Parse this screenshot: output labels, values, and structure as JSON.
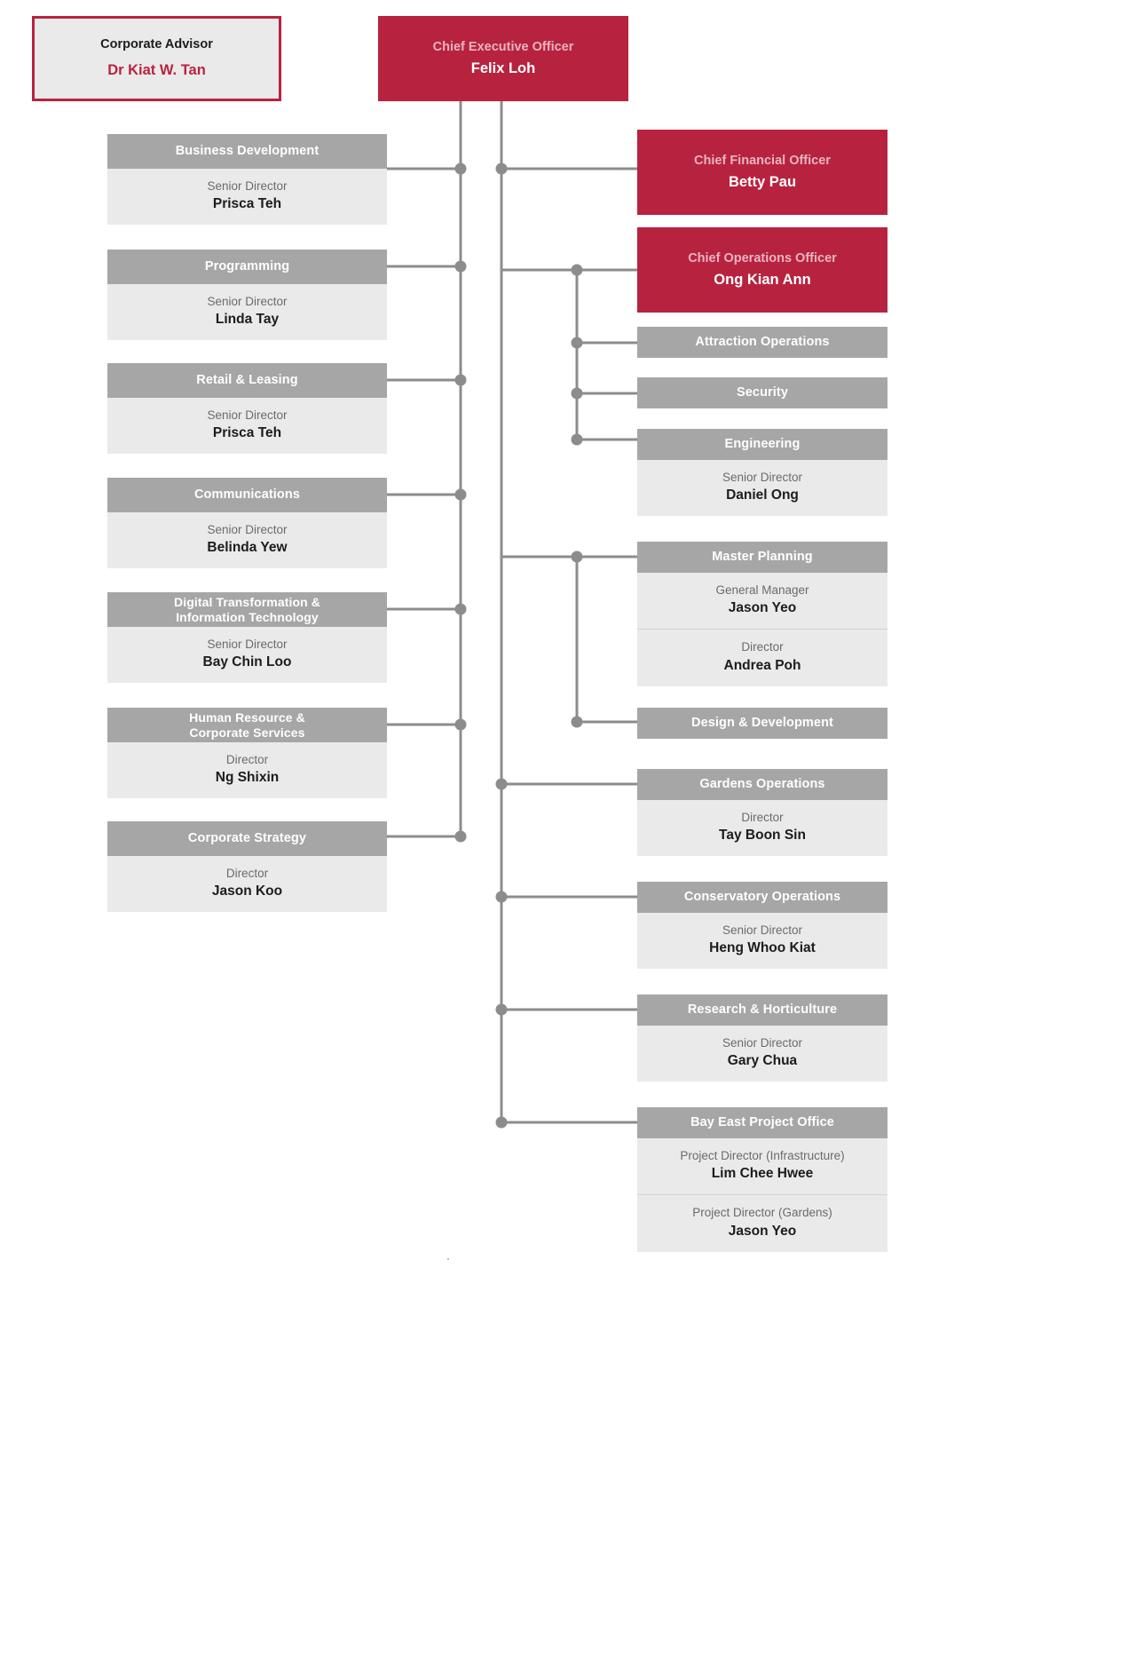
{
  "colors": {
    "brand_red": "#b7233f",
    "header_grey": "#a6a6a6",
    "body_grey": "#eaeaea",
    "line_grey": "#8c8c8c",
    "role_text": "#6b6b6b",
    "name_text": "#1c1c1c",
    "exec_role_text": "#eab4c0"
  },
  "advisor": {
    "role": "Corporate Advisor",
    "name": "Dr Kiat W. Tan"
  },
  "ceo": {
    "role": "Chief Executive Officer",
    "name": "Felix Loh"
  },
  "cfo": {
    "role": "Chief Financial Officer",
    "name": "Betty Pau"
  },
  "coo": {
    "role": "Chief Operations Officer",
    "name": "Ong Kian Ann"
  },
  "left_units": [
    {
      "title": "Business Development",
      "rows": [
        {
          "role": "Senior Director",
          "name": "Prisca Teh"
        }
      ]
    },
    {
      "title": "Programming",
      "rows": [
        {
          "role": "Senior Director",
          "name": "Linda Tay"
        }
      ]
    },
    {
      "title": "Retail & Leasing",
      "rows": [
        {
          "role": "Senior Director",
          "name": "Prisca Teh"
        }
      ]
    },
    {
      "title": "Communications",
      "rows": [
        {
          "role": "Senior Director",
          "name": "Belinda Yew"
        }
      ]
    },
    {
      "title": "Digital Transformation &\nInformation Technology",
      "rows": [
        {
          "role": "Senior Director",
          "name": "Bay Chin Loo"
        }
      ]
    },
    {
      "title": "Human Resource &\nCorporate Services",
      "rows": [
        {
          "role": "Director",
          "name": "Ng Shixin"
        }
      ]
    },
    {
      "title": "Corporate Strategy",
      "rows": [
        {
          "role": "Director",
          "name": "Jason Koo"
        }
      ]
    }
  ],
  "coo_units": [
    {
      "title": "Attraction Operations",
      "rows": []
    },
    {
      "title": "Security",
      "rows": []
    },
    {
      "title": "Engineering",
      "rows": [
        {
          "role": "Senior Director",
          "name": "Daniel Ong"
        }
      ]
    }
  ],
  "right_units": [
    {
      "title": "Master Planning",
      "rows": [
        {
          "role": "General Manager",
          "name": "Jason Yeo"
        },
        {
          "role": "Director",
          "name": "Andrea Poh"
        }
      ]
    },
    {
      "title": "Design & Development",
      "rows": []
    },
    {
      "title": "Gardens Operations",
      "rows": [
        {
          "role": "Director",
          "name": "Tay Boon Sin"
        }
      ]
    },
    {
      "title": "Conservatory Operations",
      "rows": [
        {
          "role": "Senior Director",
          "name": "Heng Whoo Kiat"
        }
      ]
    },
    {
      "title": "Research & Horticulture",
      "rows": [
        {
          "role": "Senior Director",
          "name": "Gary Chua"
        }
      ]
    },
    {
      "title": "Bay East Project Office",
      "rows": [
        {
          "role": "Project Director (Infrastructure)",
          "name": "Lim Chee Hwee"
        },
        {
          "role": "Project Director (Gardens)",
          "name": "Jason Yeo"
        }
      ]
    }
  ]
}
